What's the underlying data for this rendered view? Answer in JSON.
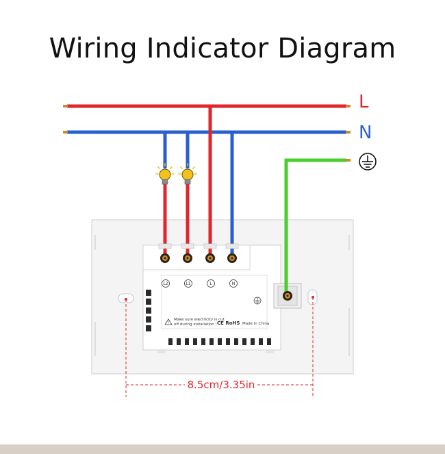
{
  "title": "Wiring Indicator Diagram",
  "lines": {
    "live": {
      "label": "L",
      "color": "#e0262c"
    },
    "neutral": {
      "label": "N",
      "color": "#2a5fd0"
    },
    "earth": {
      "label": "⏚",
      "color": "#4ccd2e"
    }
  },
  "terminals": [
    "L2",
    "L1",
    "L",
    "N"
  ],
  "warning_line1": "Make sure electricity is cut",
  "warning_line2": "off during installation !",
  "ce_rohs": "CE RoHS",
  "made_in": "Made in China",
  "dimension": "8.5cm/3.35in",
  "colors": {
    "dimension": "#e0262c",
    "bulb": "#f2c21b"
  }
}
